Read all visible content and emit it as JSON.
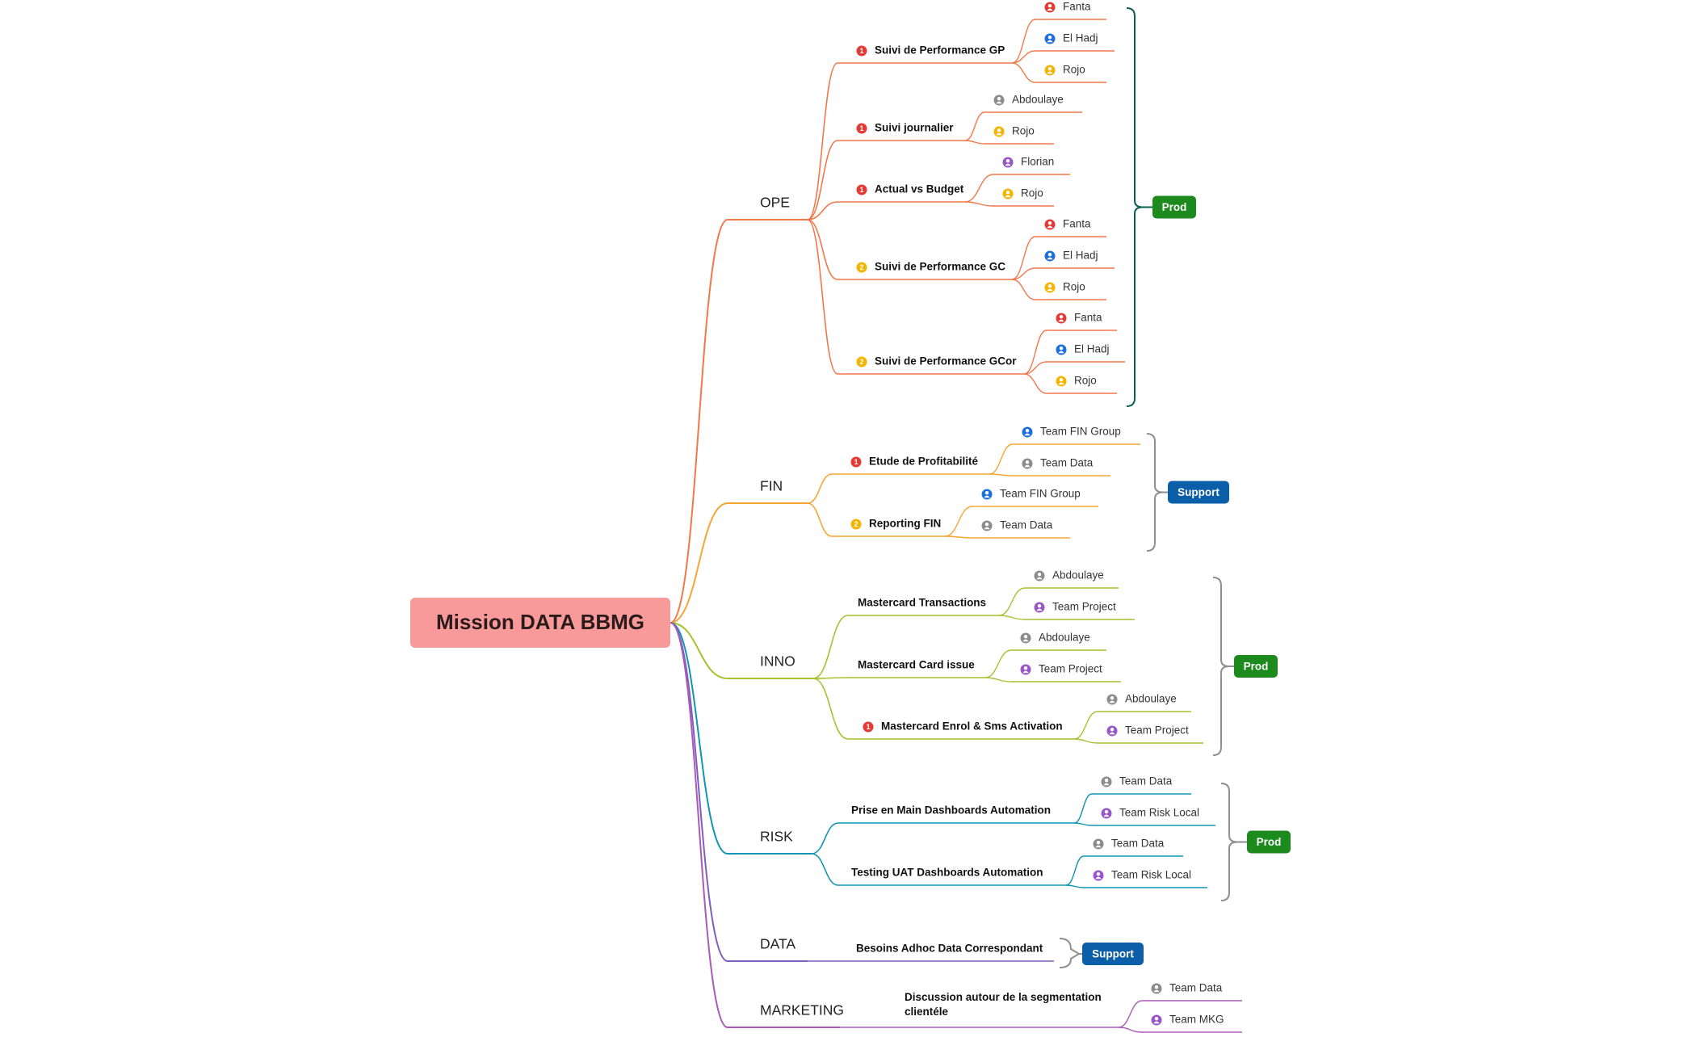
{
  "root": {
    "label": "Mission DATA BBMG"
  },
  "colors": {
    "root_fill": "#f99a9a",
    "ope": "#f2784b",
    "fin": "#f7a533",
    "inno": "#a6c12d",
    "risk": "#1295b3",
    "data": "#7e5fbf",
    "marketing": "#a95ab8",
    "prod_bracket": "#0a5f52",
    "gray_bracket": "#8f8f8f",
    "prod_badge": "#1d8a1d",
    "support_badge": "#0b5ea8",
    "icon_red": "#e53935",
    "icon_blue": "#1e6fd9",
    "icon_yellow": "#f4b400",
    "icon_gray": "#8c8c8c",
    "icon_purple": "#9a55c9"
  },
  "branches": [
    {
      "label": "OPE",
      "color_key": "ope",
      "tasks": [
        {
          "label": "Suivi de Performance GP",
          "priority": "1",
          "people": [
            {
              "name": "Fanta",
              "icon": "user-icon-red"
            },
            {
              "name": "El Hadj",
              "icon": "user-icon-blue"
            },
            {
              "name": "Rojo",
              "icon": "user-icon-yellow"
            }
          ]
        },
        {
          "label": "Suivi journalier",
          "priority": "1",
          "people": [
            {
              "name": "Abdoulaye",
              "icon": "user-icon-gray"
            },
            {
              "name": "Rojo",
              "icon": "user-icon-yellow"
            }
          ]
        },
        {
          "label": "Actual vs Budget",
          "priority": "1",
          "people": [
            {
              "name": "Florian",
              "icon": "user-icon-purple"
            },
            {
              "name": "Rojo",
              "icon": "user-icon-yellow"
            }
          ]
        },
        {
          "label": "Suivi de Performance GC",
          "priority": "2",
          "people": [
            {
              "name": "Fanta",
              "icon": "user-icon-red"
            },
            {
              "name": "El Hadj",
              "icon": "user-icon-blue"
            },
            {
              "name": "Rojo",
              "icon": "user-icon-yellow"
            }
          ]
        },
        {
          "label": "Suivi de Performance GCor",
          "priority": "2",
          "people": [
            {
              "name": "Fanta",
              "icon": "user-icon-red"
            },
            {
              "name": "El Hadj",
              "icon": "user-icon-blue"
            },
            {
              "name": "Rojo",
              "icon": "user-icon-yellow"
            }
          ]
        }
      ],
      "summary": {
        "label": "Prod",
        "kind": "prod"
      }
    },
    {
      "label": "FIN",
      "color_key": "fin",
      "tasks": [
        {
          "label": "Etude de Profitabilité",
          "priority": "1",
          "people": [
            {
              "name": "Team FIN Group",
              "icon": "user-icon-blue"
            },
            {
              "name": "Team Data",
              "icon": "user-icon-gray"
            }
          ]
        },
        {
          "label": "Reporting FIN",
          "priority": "2",
          "people": [
            {
              "name": "Team FIN Group",
              "icon": "user-icon-blue"
            },
            {
              "name": "Team Data",
              "icon": "user-icon-gray"
            }
          ]
        }
      ],
      "summary": {
        "label": "Support",
        "kind": "support"
      }
    },
    {
      "label": "INNO",
      "color_key": "inno",
      "tasks": [
        {
          "label": "Mastercard Transactions",
          "priority": "",
          "people": [
            {
              "name": "Abdoulaye",
              "icon": "user-icon-gray"
            },
            {
              "name": "Team Project",
              "icon": "user-icon-purple"
            }
          ]
        },
        {
          "label": "Mastercard Card issue",
          "priority": "",
          "people": [
            {
              "name": "Abdoulaye",
              "icon": "user-icon-gray"
            },
            {
              "name": "Team Project",
              "icon": "user-icon-purple"
            }
          ]
        },
        {
          "label": "Mastercard Enrol & Sms Activation",
          "priority": "1",
          "people": [
            {
              "name": "Abdoulaye",
              "icon": "user-icon-gray"
            },
            {
              "name": "Team Project",
              "icon": "user-icon-purple"
            }
          ]
        }
      ],
      "summary": {
        "label": "Prod",
        "kind": "prod"
      }
    },
    {
      "label": "RISK",
      "color_key": "risk",
      "tasks": [
        {
          "label": "Prise en Main Dashboards Automation",
          "priority": "",
          "people": [
            {
              "name": "Team Data",
              "icon": "user-icon-gray"
            },
            {
              "name": "Team Risk Local",
              "icon": "user-icon-purple"
            }
          ]
        },
        {
          "label": "Testing UAT Dashboards Automation",
          "priority": "",
          "people": [
            {
              "name": "Team Data",
              "icon": "user-icon-gray"
            },
            {
              "name": "Team Risk Local",
              "icon": "user-icon-purple"
            }
          ]
        }
      ],
      "summary": {
        "label": "Prod",
        "kind": "prod"
      }
    },
    {
      "label": "DATA",
      "color_key": "data",
      "tasks": [
        {
          "label": "Besoins Adhoc Data Correspondant",
          "priority": "",
          "people": []
        }
      ],
      "summary": {
        "label": "Support",
        "kind": "support"
      }
    },
    {
      "label": "MARKETING",
      "color_key": "marketing",
      "tasks": [
        {
          "label": "Discussion autour de la segmentation clientéle",
          "priority": "",
          "people": [
            {
              "name": "Team Data",
              "icon": "user-icon-gray"
            },
            {
              "name": "Team MKG",
              "icon": "user-icon-purple"
            }
          ]
        }
      ]
    }
  ]
}
